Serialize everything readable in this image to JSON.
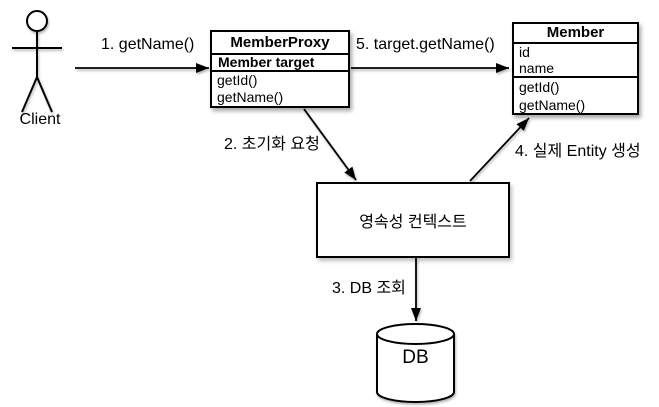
{
  "actor": {
    "label": "Client"
  },
  "classes": {
    "proxy": {
      "title": "MemberProxy",
      "field": "Member target",
      "methods": [
        "getId()",
        "getName()"
      ]
    },
    "member": {
      "title": "Member",
      "attributes": [
        "id",
        "name"
      ],
      "methods": [
        "getId()",
        "getName()"
      ]
    }
  },
  "persistence_context": {
    "label": "영속성 컨텍스트"
  },
  "database": {
    "label": "DB"
  },
  "arrows": {
    "step1": {
      "label": "1. getName()",
      "from": "client",
      "to": "member-proxy"
    },
    "step2": {
      "label": "2. 초기화 요청",
      "from": "member-proxy",
      "to": "persistence-context"
    },
    "step3": {
      "label": "3. DB 조회",
      "from": "persistence-context",
      "to": "db"
    },
    "step4": {
      "label": "4. 실제 Entity 생성",
      "from": "persistence-context",
      "to": "member"
    },
    "step5": {
      "label": "5. target.getName()",
      "from": "member-proxy",
      "to": "member"
    }
  },
  "colors": {
    "stroke": "#000000",
    "background": "#ffffff"
  }
}
